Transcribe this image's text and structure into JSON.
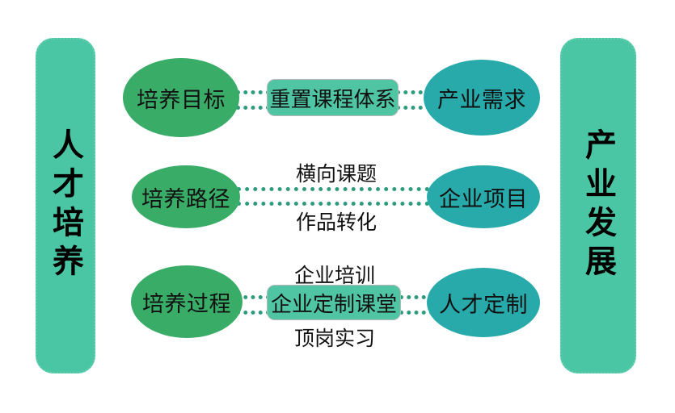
{
  "diagram": {
    "title_left_panel": "人才培养",
    "title_right_panel": "产业发展",
    "colors": {
      "panel": "#4BC6A4",
      "left_node": "#39AC67",
      "right_node": "#28AAAA",
      "mid_box": "#4FC5A3",
      "connector": "#2f9b7e",
      "text": "#111111",
      "background": "#FFFFFF"
    },
    "rows": [
      {
        "left_node": "培养目标",
        "mid_box": "重置课程体系",
        "right_node": "产业需求",
        "label_above": "",
        "label_below": ""
      },
      {
        "left_node": "培养路径",
        "mid_box": "",
        "right_node": "企业项目",
        "label_above": "横向课题",
        "label_below": "作品转化"
      },
      {
        "left_node": "培养过程",
        "mid_box": "企业定制课堂",
        "right_node": "人才定制",
        "label_above": "企业培训",
        "label_below": "顶岗实习"
      }
    ]
  }
}
